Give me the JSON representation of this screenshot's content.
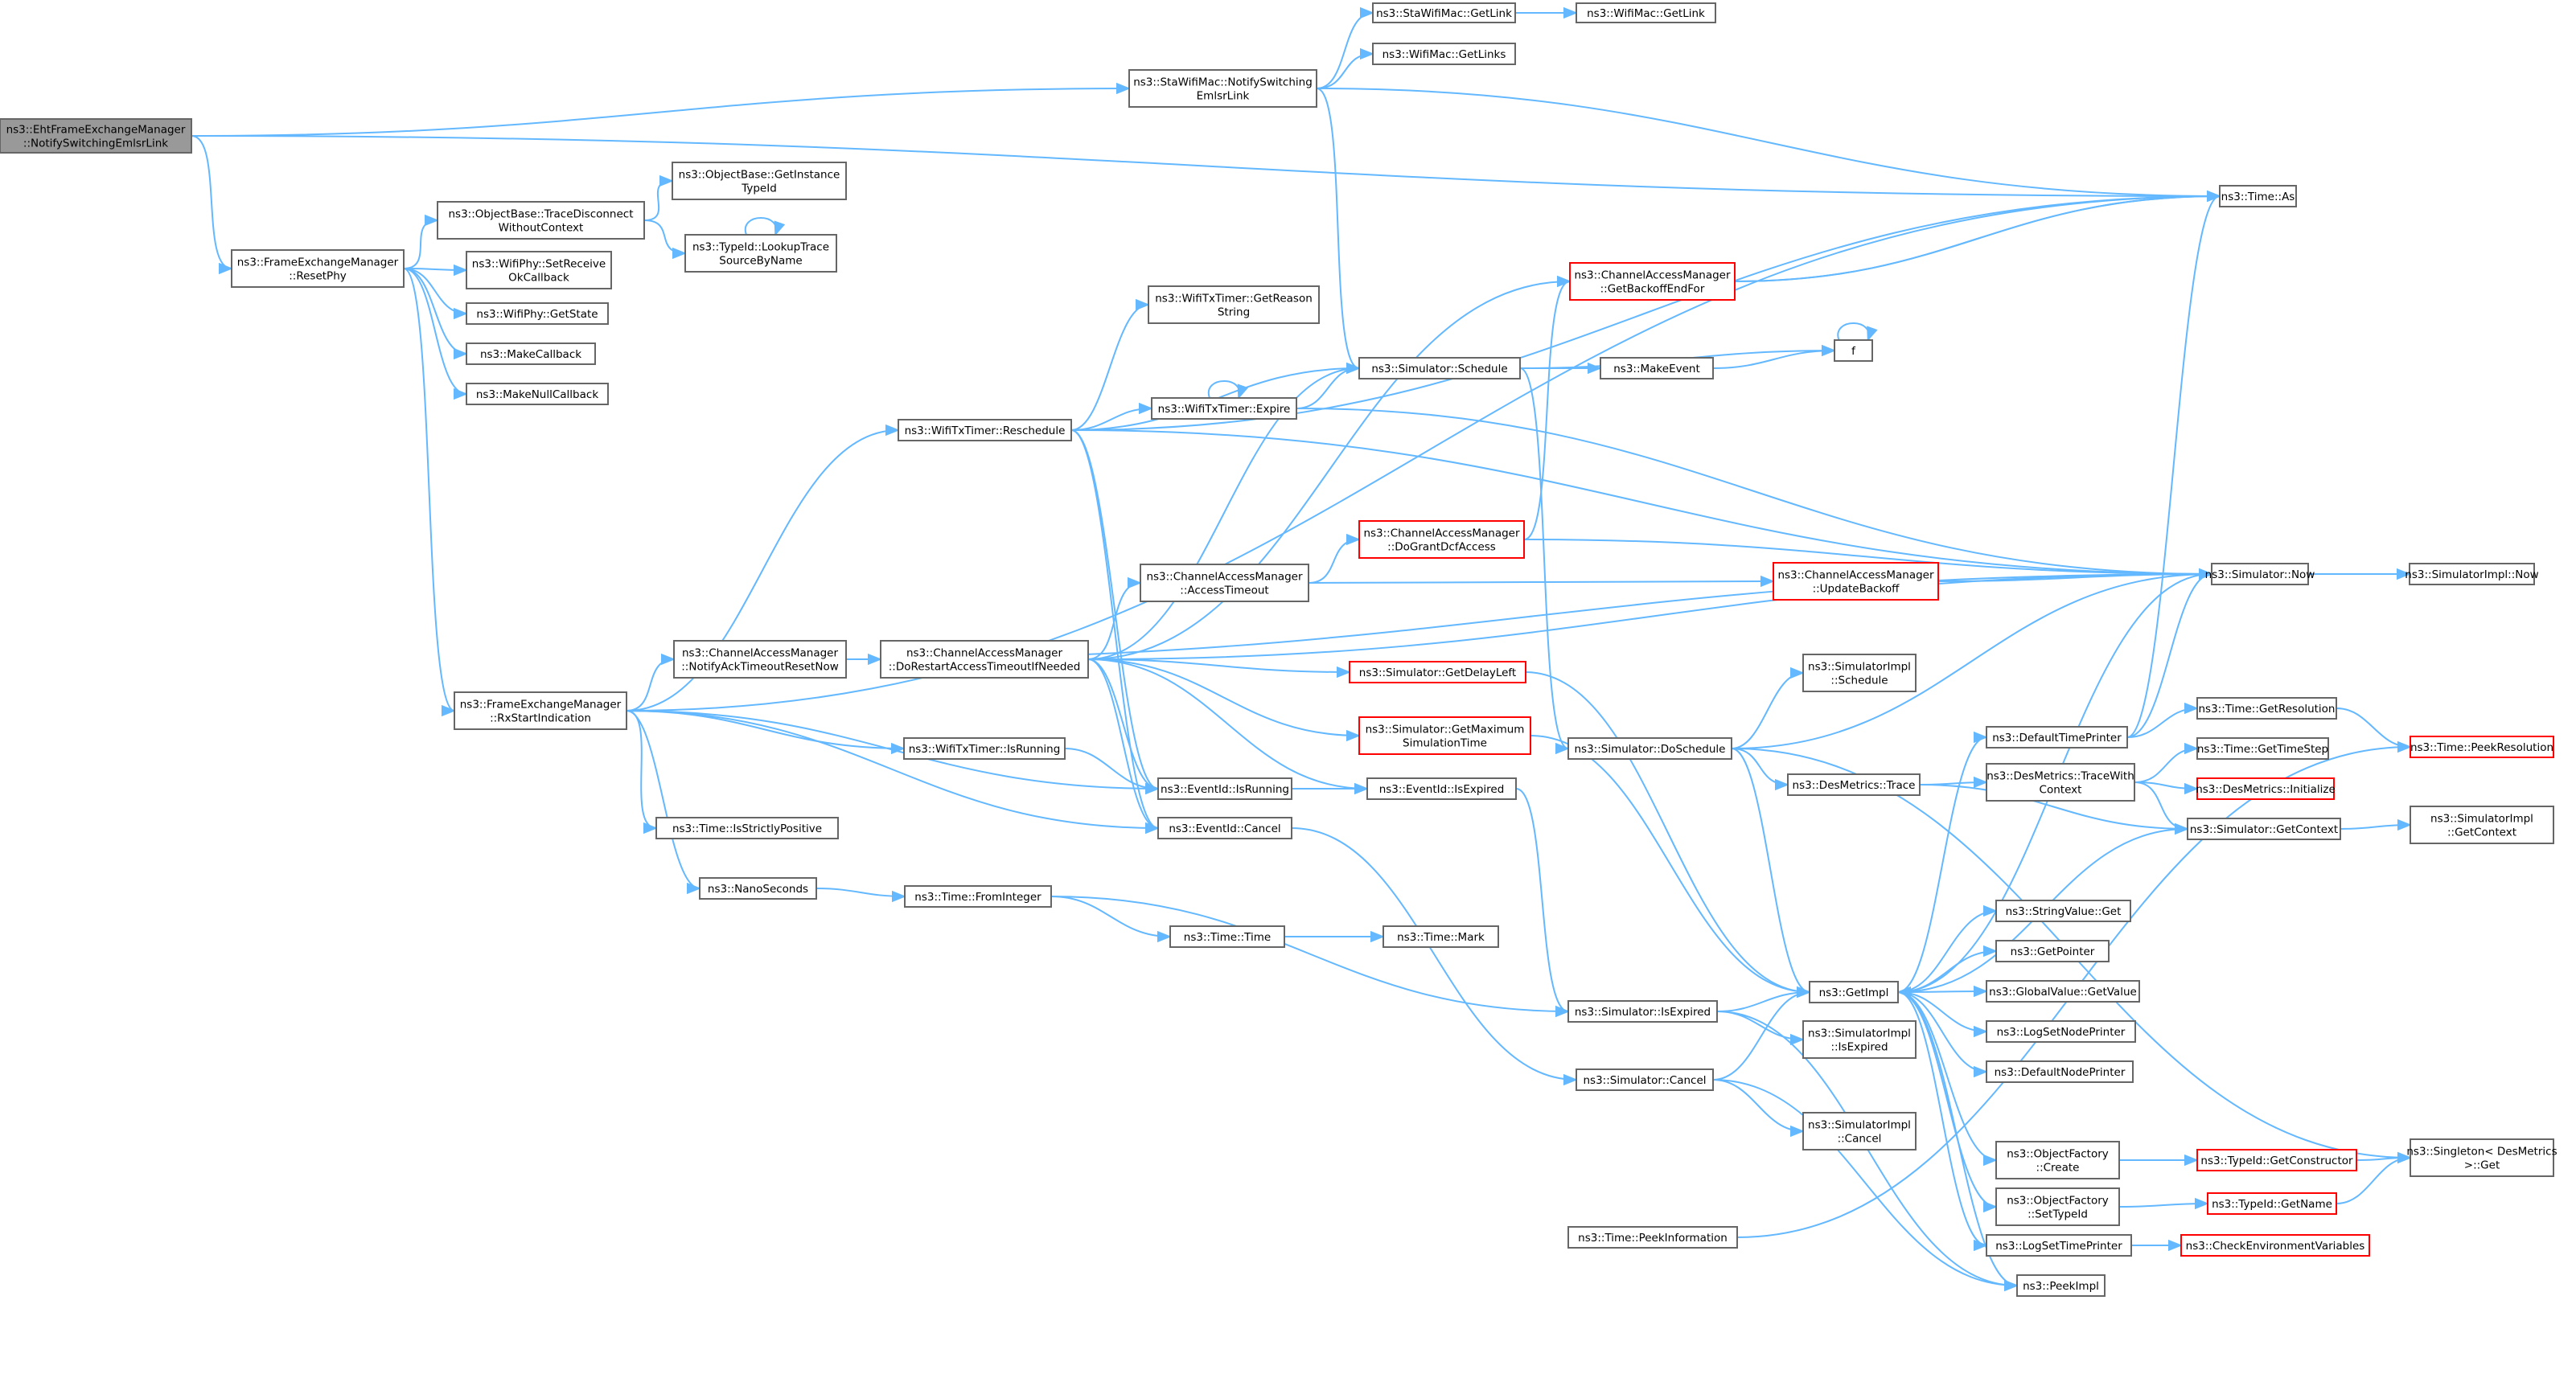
{
  "graph": {
    "colors": {
      "edge": "#63b8ff",
      "border": "#666666",
      "border_red": "#ff0000",
      "root_fill": "#999999"
    },
    "nodes": [
      {
        "id": "root",
        "lines": [
          "ns3::EhtFrameExchangeManager",
          "::NotifySwitchingEmlsrLink"
        ],
        "style": "root"
      },
      {
        "id": "staNotify",
        "lines": [
          "ns3::StaWifiMac::NotifySwitching",
          "EmlsrLink"
        ]
      },
      {
        "id": "staGetLink",
        "lines": [
          "ns3::StaWifiMac::GetLink"
        ]
      },
      {
        "id": "wifiMacGetLink",
        "lines": [
          "ns3::WifiMac::GetLink"
        ]
      },
      {
        "id": "wifiMacGetLinks",
        "lines": [
          "ns3::WifiMac::GetLinks"
        ]
      },
      {
        "id": "timeAs",
        "lines": [
          "ns3::Time::As"
        ]
      },
      {
        "id": "resetPhy",
        "lines": [
          "ns3::FrameExchangeManager",
          "::ResetPhy"
        ]
      },
      {
        "id": "traceDisc",
        "lines": [
          "ns3::ObjectBase::TraceDisconnect",
          "WithoutContext"
        ]
      },
      {
        "id": "getInstanceTypeId",
        "lines": [
          "ns3::ObjectBase::GetInstance",
          "TypeId"
        ]
      },
      {
        "id": "lookupTrace",
        "lines": [
          "ns3::TypeId::LookupTrace",
          "SourceByName"
        ]
      },
      {
        "id": "setReceiveOk",
        "lines": [
          "ns3::WifiPhy::SetReceive",
          "OkCallback"
        ]
      },
      {
        "id": "wifiPhyGetState",
        "lines": [
          "ns3::WifiPhy::GetState"
        ]
      },
      {
        "id": "makeCallback",
        "lines": [
          "ns3::MakeCallback"
        ]
      },
      {
        "id": "makeNullCallback",
        "lines": [
          "ns3::MakeNullCallback"
        ]
      },
      {
        "id": "getBackoffEndFor",
        "lines": [
          "ns3::ChannelAccessManager",
          "::GetBackoffEndFor"
        ],
        "style": "red"
      },
      {
        "id": "getReasonString",
        "lines": [
          "ns3::WifiTxTimer::GetReason",
          "String"
        ]
      },
      {
        "id": "fNode",
        "lines": [
          "f"
        ]
      },
      {
        "id": "simSchedule",
        "lines": [
          "ns3::Simulator::Schedule"
        ]
      },
      {
        "id": "makeEvent",
        "lines": [
          "ns3::MakeEvent"
        ]
      },
      {
        "id": "txTimerExpire",
        "lines": [
          "ns3::WifiTxTimer::Expire"
        ]
      },
      {
        "id": "txTimerReschedule",
        "lines": [
          "ns3::WifiTxTimer::Reschedule"
        ]
      },
      {
        "id": "doGrantDcf",
        "lines": [
          "ns3::ChannelAccessManager",
          "::DoGrantDcfAccess"
        ],
        "style": "red"
      },
      {
        "id": "accessTimeout",
        "lines": [
          "ns3::ChannelAccessManager",
          "::AccessTimeout"
        ]
      },
      {
        "id": "updateBackoff",
        "lines": [
          "ns3::ChannelAccessManager",
          "::UpdateBackoff"
        ],
        "style": "red"
      },
      {
        "id": "simNow",
        "lines": [
          "ns3::Simulator::Now"
        ]
      },
      {
        "id": "simImplNow",
        "lines": [
          "ns3::SimulatorImpl::Now"
        ]
      },
      {
        "id": "notifyAck",
        "lines": [
          "ns3::ChannelAccessManager",
          "::NotifyAckTimeoutResetNow"
        ]
      },
      {
        "id": "doRestart",
        "lines": [
          "ns3::ChannelAccessManager",
          "::DoRestartAccessTimeoutIfNeeded"
        ]
      },
      {
        "id": "rxStart",
        "lines": [
          "ns3::FrameExchangeManager",
          "::RxStartIndication"
        ]
      },
      {
        "id": "getDelayLeft",
        "lines": [
          "ns3::Simulator::GetDelayLeft"
        ],
        "style": "red"
      },
      {
        "id": "simImplSchedule",
        "lines": [
          "ns3::SimulatorImpl",
          "::Schedule"
        ]
      },
      {
        "id": "getMaxSimTime",
        "lines": [
          "ns3::Simulator::GetMaximum",
          "SimulationTime"
        ],
        "style": "red"
      },
      {
        "id": "defaultTimePrinter",
        "lines": [
          "ns3::DefaultTimePrinter"
        ]
      },
      {
        "id": "getResolution",
        "lines": [
          "ns3::Time::GetResolution"
        ]
      },
      {
        "id": "peekResolution",
        "lines": [
          "ns3::Time::PeekResolution"
        ],
        "style": "red"
      },
      {
        "id": "doSchedule",
        "lines": [
          "ns3::Simulator::DoSchedule"
        ]
      },
      {
        "id": "txIsRunning",
        "lines": [
          "ns3::WifiTxTimer::IsRunning"
        ]
      },
      {
        "id": "desTrace",
        "lines": [
          "ns3::DesMetrics::Trace"
        ]
      },
      {
        "id": "getTimeStep",
        "lines": [
          "ns3::Time::GetTimeStep"
        ]
      },
      {
        "id": "traceWithContext",
        "lines": [
          "ns3::DesMetrics::TraceWith",
          "Context"
        ]
      },
      {
        "id": "desInit",
        "lines": [
          "ns3::DesMetrics::Initialize"
        ],
        "style": "red"
      },
      {
        "id": "evIsRunning",
        "lines": [
          "ns3::EventId::IsRunning"
        ]
      },
      {
        "id": "evIsExpired",
        "lines": [
          "ns3::EventId::IsExpired"
        ]
      },
      {
        "id": "simGetContext",
        "lines": [
          "ns3::Simulator::GetContext"
        ]
      },
      {
        "id": "simImplGetContext",
        "lines": [
          "ns3::SimulatorImpl",
          "::GetContext"
        ]
      },
      {
        "id": "isStrictlyPos",
        "lines": [
          "ns3::Time::IsStrictlyPositive"
        ]
      },
      {
        "id": "evCancel",
        "lines": [
          "ns3::EventId::Cancel"
        ]
      },
      {
        "id": "nanoSeconds",
        "lines": [
          "ns3::NanoSeconds"
        ]
      },
      {
        "id": "fromInteger",
        "lines": [
          "ns3::Time::FromInteger"
        ]
      },
      {
        "id": "stringValueGet",
        "lines": [
          "ns3::StringValue::Get"
        ]
      },
      {
        "id": "timeTime",
        "lines": [
          "ns3::Time::Time"
        ]
      },
      {
        "id": "timeMark",
        "lines": [
          "ns3::Time::Mark"
        ]
      },
      {
        "id": "getPointer",
        "lines": [
          "ns3::GetPointer"
        ]
      },
      {
        "id": "simIsExpired",
        "lines": [
          "ns3::Simulator::IsExpired"
        ]
      },
      {
        "id": "getImpl",
        "lines": [
          "ns3::GetImpl"
        ]
      },
      {
        "id": "globalValueGet",
        "lines": [
          "ns3::GlobalValue::GetValue"
        ]
      },
      {
        "id": "simImplIsExpired",
        "lines": [
          "ns3::SimulatorImpl",
          "::IsExpired"
        ]
      },
      {
        "id": "logSetNodePrinter",
        "lines": [
          "ns3::LogSetNodePrinter"
        ]
      },
      {
        "id": "simCancel",
        "lines": [
          "ns3::Simulator::Cancel"
        ]
      },
      {
        "id": "defaultNodePrinter",
        "lines": [
          "ns3::DefaultNodePrinter"
        ]
      },
      {
        "id": "simImplCancel",
        "lines": [
          "ns3::SimulatorImpl",
          "::Cancel"
        ]
      },
      {
        "id": "objFactoryCreate",
        "lines": [
          "ns3::ObjectFactory",
          "::Create"
        ]
      },
      {
        "id": "getConstructor",
        "lines": [
          "ns3::TypeId::GetConstructor"
        ],
        "style": "red"
      },
      {
        "id": "singletonGet",
        "lines": [
          "ns3::Singleton< DesMetrics",
          ">::Get"
        ]
      },
      {
        "id": "objFactorySetTypeId",
        "lines": [
          "ns3::ObjectFactory",
          "::SetTypeId"
        ]
      },
      {
        "id": "typeIdGetName",
        "lines": [
          "ns3::TypeId::GetName"
        ],
        "style": "red"
      },
      {
        "id": "peekInformation",
        "lines": [
          "ns3::Time::PeekInformation"
        ]
      },
      {
        "id": "logSetTimePrinter",
        "lines": [
          "ns3::LogSetTimePrinter"
        ]
      },
      {
        "id": "checkEnvVars",
        "lines": [
          "ns3::CheckEnvironmentVariables"
        ],
        "style": "red"
      },
      {
        "id": "peekImpl",
        "lines": [
          "ns3::PeekImpl"
        ]
      }
    ]
  }
}
